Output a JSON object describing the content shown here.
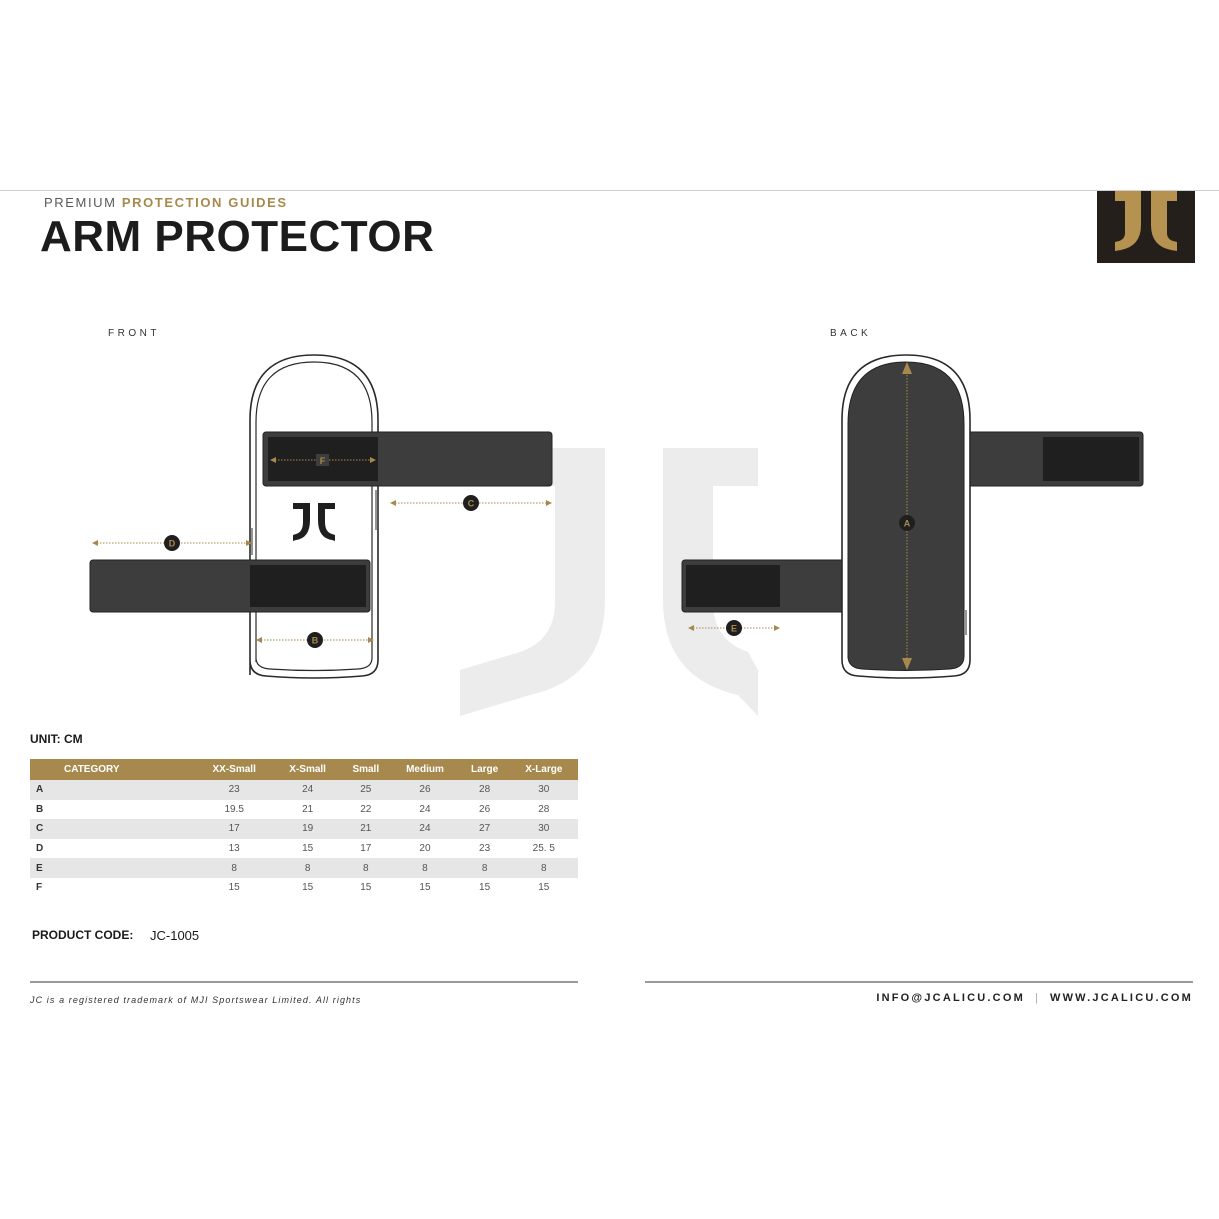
{
  "header": {
    "eyebrow_light": "PREMIUM",
    "eyebrow_bold": "PROTECTION GUIDES",
    "title": "ARM PROTECTOR",
    "logo_text": "JC"
  },
  "views": {
    "front": "FRONT",
    "back": "BACK"
  },
  "dimensions": {
    "a": "A",
    "b": "B",
    "c": "C",
    "d": "D",
    "e": "E",
    "f": "F"
  },
  "size_table": {
    "unit_label": "UNIT: CM",
    "headers": [
      "CATEGORY",
      "XX-Small",
      "X-Small",
      "Small",
      "Medium",
      "Large",
      "X-Large"
    ],
    "rows": [
      [
        "A",
        "23",
        "24",
        "25",
        "26",
        "28",
        "30"
      ],
      [
        "B",
        "19.5",
        "21",
        "22",
        "24",
        "26",
        "28"
      ],
      [
        "C",
        "17",
        "19",
        "21",
        "24",
        "27",
        "30"
      ],
      [
        "D",
        "13",
        "15",
        "17",
        "20",
        "23",
        "25. 5"
      ],
      [
        "E",
        "8",
        "8",
        "8",
        "8",
        "8",
        "8"
      ],
      [
        "F",
        "15",
        "15",
        "15",
        "15",
        "15",
        "15"
      ]
    ]
  },
  "product": {
    "label": "PRODUCT CODE:",
    "code": "JC-1005"
  },
  "footer": {
    "trademark": "JC is a registered trademark of MJI Sportswear Limited. All rights",
    "email": "INFO@JCALICU.COM",
    "separator": "|",
    "website": "WWW.JCALICU.COM"
  },
  "colors": {
    "gold": "#a8894d",
    "dark": "#3d3d3d",
    "strap_pad": "#1f1f1f",
    "logo_bg": "#241f1a"
  }
}
